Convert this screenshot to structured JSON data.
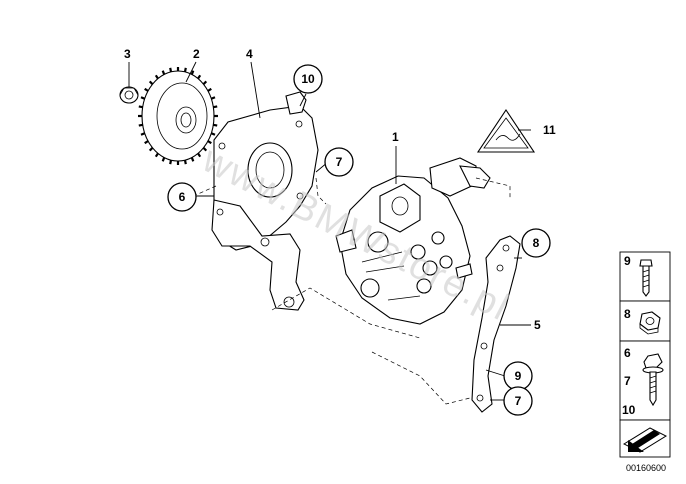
{
  "diagram": {
    "callouts": [
      {
        "id": "c1",
        "text": "1"
      },
      {
        "id": "c2",
        "text": "2"
      },
      {
        "id": "c3",
        "text": "3"
      },
      {
        "id": "c4",
        "text": "4"
      },
      {
        "id": "c5",
        "text": "5"
      },
      {
        "id": "c6",
        "text": "6"
      },
      {
        "id": "c7a",
        "text": "7"
      },
      {
        "id": "c7b",
        "text": "7"
      },
      {
        "id": "c8",
        "text": "8"
      },
      {
        "id": "c9",
        "text": "9"
      },
      {
        "id": "c10",
        "text": "10"
      },
      {
        "id": "c11",
        "text": "11"
      }
    ],
    "watermark": "www.BMWstore.pl"
  },
  "sidebar": {
    "items": [
      {
        "labels": [
          "9"
        ],
        "icon": "bolt-icon"
      },
      {
        "labels": [
          "8"
        ],
        "icon": "hex-nut-icon"
      },
      {
        "labels": [
          "6",
          "7",
          "10"
        ],
        "icon": "flange-bolt-icon"
      }
    ],
    "arrow_icon": "navigation-arrow-icon"
  },
  "footer": {
    "doc_id": "00160600"
  },
  "colors": {
    "line": "#000000",
    "background": "#ffffff",
    "watermark": "#c8c8c8"
  }
}
